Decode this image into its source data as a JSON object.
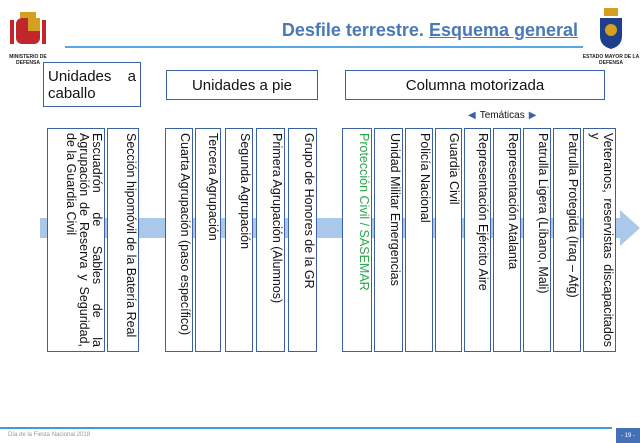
{
  "header": {
    "title_plain": "Desfile terrestre.",
    "title_underlined": "Esquema general",
    "left_logo_caption": "MINISTERIO DE DEFENSA",
    "right_logo_caption": "ESTADO MAYOR DE LA DEFENSA"
  },
  "groups": [
    "Unidades a caballo",
    "Unidades a pie",
    "Columna motorizada"
  ],
  "tematicas": "Temáticas",
  "columns": [
    "Escuadrón de Sables de la Agrupación de Reserva y Seguridad, de la Guardia Civil",
    "Sección hipomóvil de la Batería Real",
    "Cuarta Agrupación (paso específico)",
    "Tercera Agrupación",
    "Segunda Agrupación",
    "Primera Agrupación (Alumnos)",
    "Grupo de Honores de la GR",
    "Protección Civil / SASEMAR",
    "Unidad Militar Emergencias",
    "Policía Nacional",
    "Guardia Civil",
    "Representación Ejército Aire",
    "Representación Atalanta",
    "Patrulla Ligera (Líbano, Mali)",
    "Patrulla Protegida (Iraq – Afg)",
    "Veteranos, reservistas discapacitados y"
  ],
  "colors": {
    "accent": "#4a78b8",
    "box_border": "#3b5fa8",
    "arrow": "#a9c8ea",
    "highlight": "#2aa84a"
  },
  "footer": {
    "text": "Día de la Fiesta Nacional 2018",
    "page": "- 19 -"
  }
}
